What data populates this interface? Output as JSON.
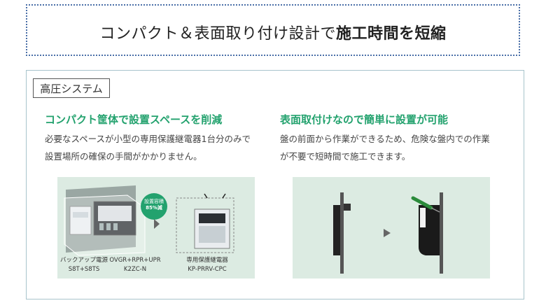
{
  "headline": {
    "part1": "コンパクト＆表面取り付け設計で",
    "part2": "施工時間を短縮"
  },
  "panel": {
    "tag": "高圧システム",
    "left": {
      "title": "コンパクト筐体で設置スペースを削減",
      "lines": [
        "必要なスペースが小型の専用保護継電器1台分のみで",
        "設置場所の確保の手間がかかりません。"
      ],
      "badge_lines": [
        "設置容積",
        "85%減"
      ],
      "captions": [
        {
          "line1": "バックアップ電源",
          "line2": "S8T+S8TS"
        },
        {
          "line1": "OVGR+RPR+UPR",
          "line2": "K2ZC-N"
        },
        {
          "line1": "専用保護継電器",
          "line2": "KP-PRRV-CPC"
        }
      ]
    },
    "right": {
      "title": "表面取付けなので簡単に設置が可能",
      "lines": [
        "盤の前面から作業ができるため、危険な盤内での作業",
        "が不要で短時間で施工できます。"
      ]
    }
  },
  "colors": {
    "accent": "#23a26e",
    "border": "#4a6fa8",
    "illustration_bg": "#dcebe2"
  }
}
